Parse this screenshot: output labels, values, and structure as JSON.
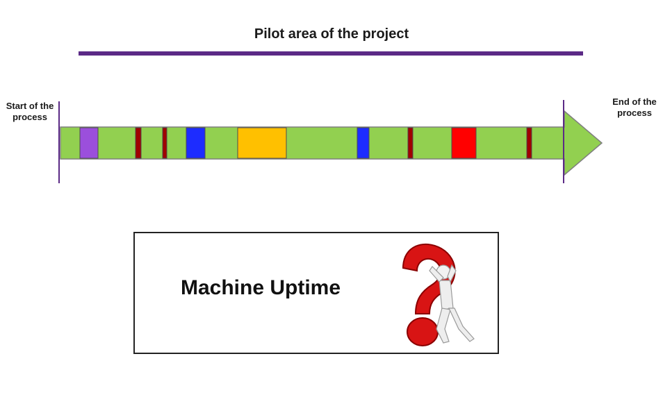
{
  "header": {
    "title": "Pilot area of the project"
  },
  "timeline": {
    "start_label": "Start of the process",
    "end_label": "End of the process",
    "colors": {
      "bar": "#92d050",
      "purple": "#9b4fdc",
      "darkred": "#a00000",
      "blue": "#1d2cff",
      "orange": "#ffc000",
      "red": "#ff0000",
      "axis": "#5b2a86"
    },
    "segments": [
      {
        "color": "purple"
      },
      {
        "color": "darkred"
      },
      {
        "color": "darkred"
      },
      {
        "color": "blue"
      },
      {
        "color": "orange"
      },
      {
        "color": "blue"
      },
      {
        "color": "darkred"
      },
      {
        "color": "red"
      },
      {
        "color": "darkred"
      }
    ]
  },
  "box": {
    "text": "Machine Uptime",
    "icon": "question-mark-figure-icon"
  }
}
